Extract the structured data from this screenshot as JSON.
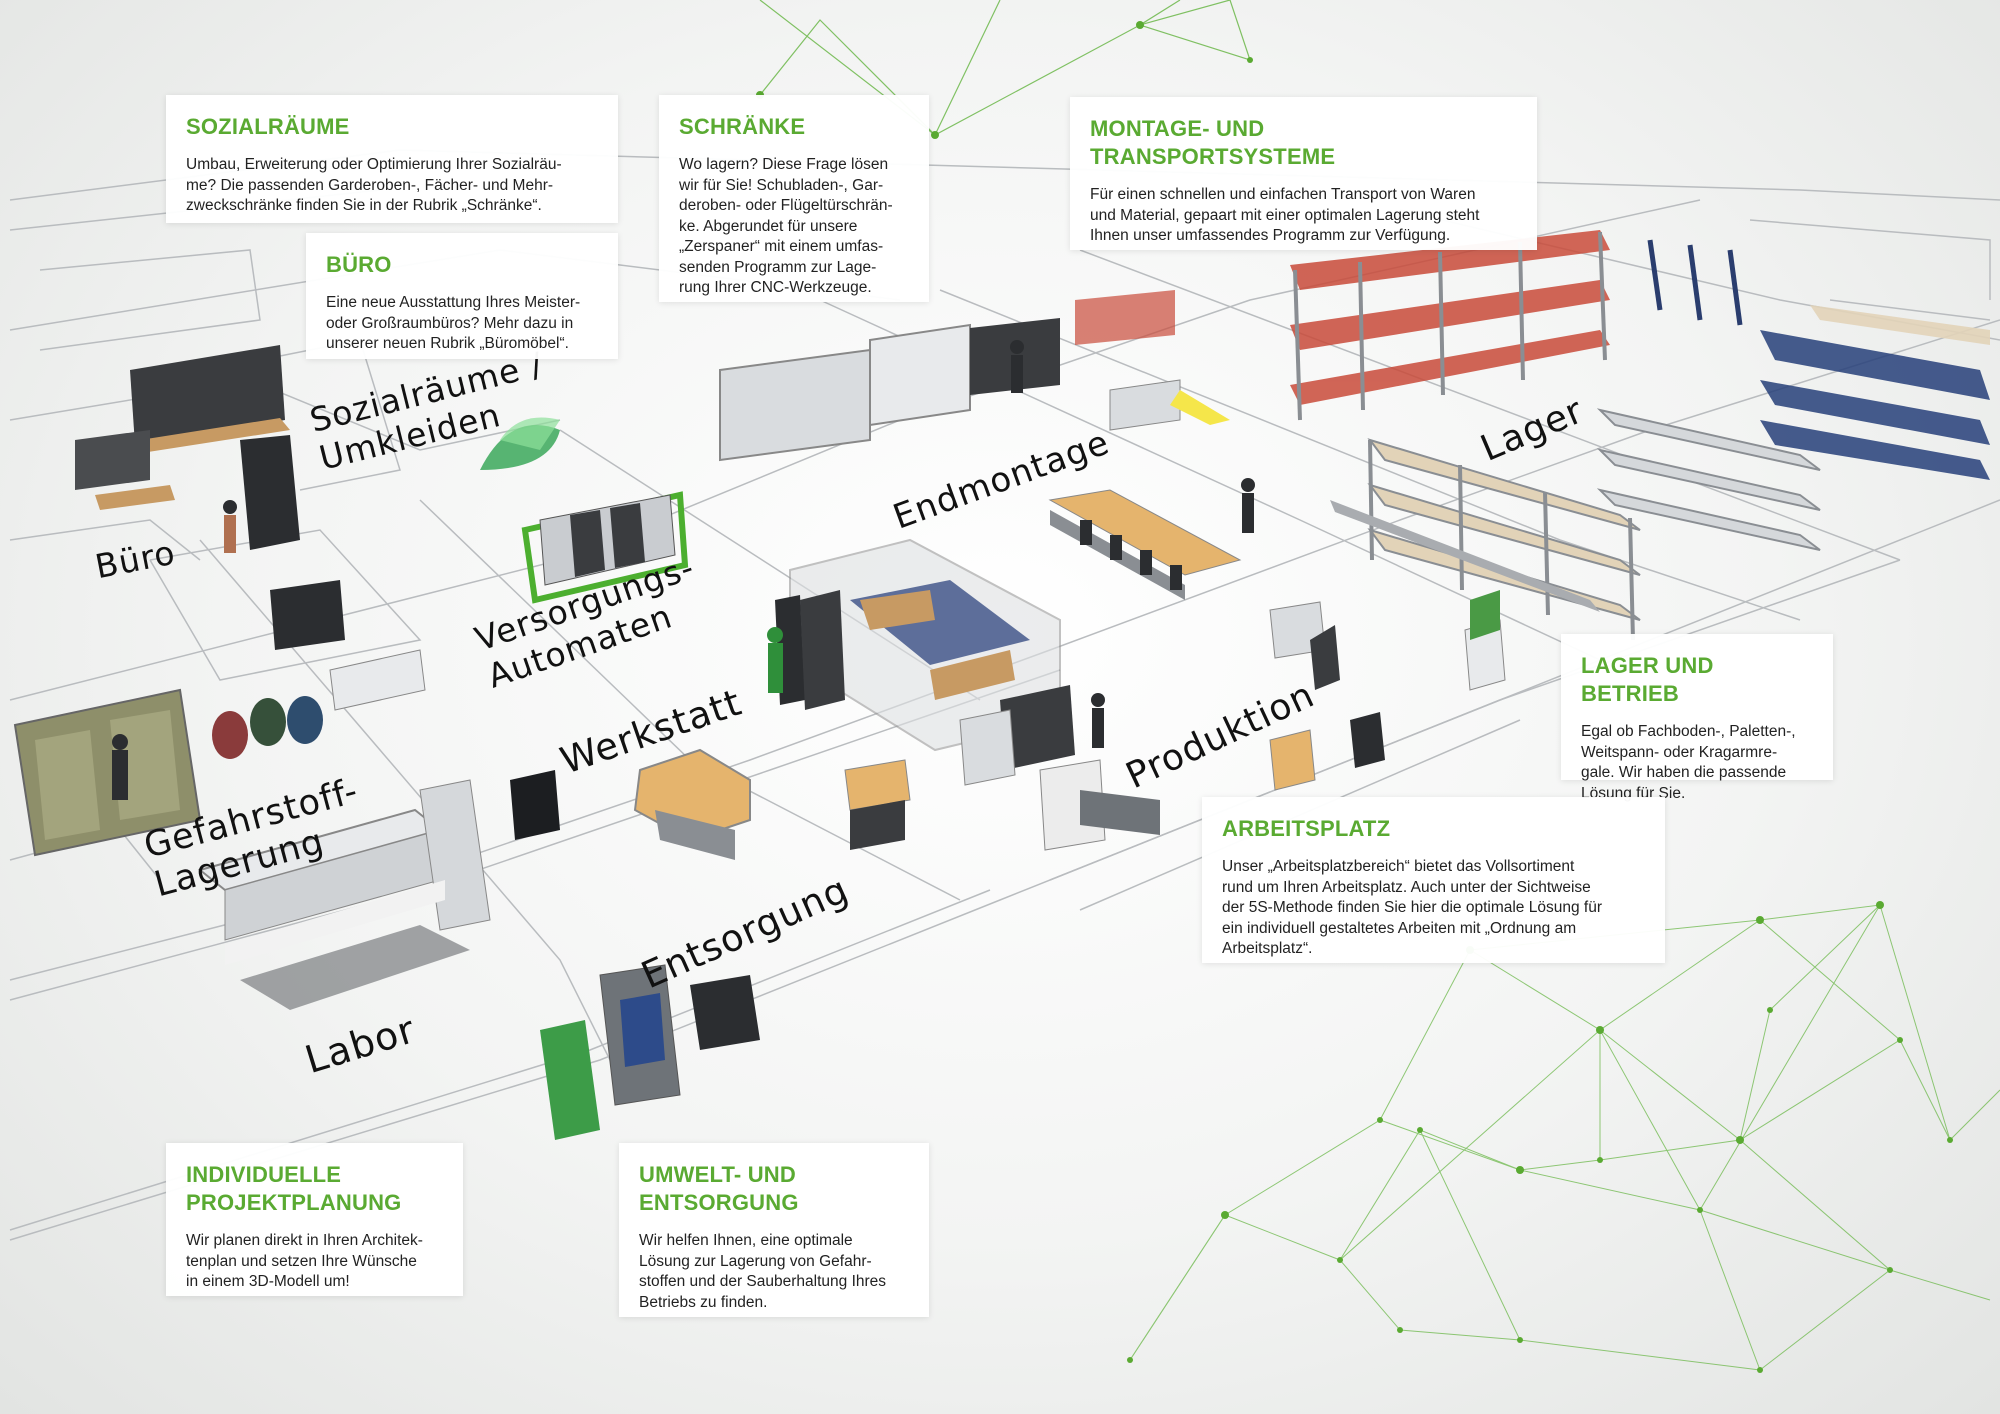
{
  "colors": {
    "accent": "#5aaa32",
    "network": "#6cb84a",
    "plan_lines": "#b9bcbf"
  },
  "cards": [
    {
      "id": "sozialraeume",
      "title": "SOZIALRÄUME",
      "text": "Umbau, Erweiterung oder Optimierung Ihrer Sozialräu-\nme? Die passenden Garderoben-, Fächer- und Mehr-\nzweckschränke finden Sie in der Rubrik „Schränke“."
    },
    {
      "id": "buero",
      "title": "BÜRO",
      "text": "Eine neue Ausstattung Ihres Meister-\noder Großraumbüros? Mehr dazu in\nunserer neuen Rubrik „Büromöbel“."
    },
    {
      "id": "schraenke",
      "title": "SCHRÄNKE",
      "text": "Wo lagern? Diese Frage lösen\nwir für Sie! Schubladen-, Gar-\nderoben- oder Flügeltürschrän-\nke. Abgerundet für unsere\n„Zerspaner“ mit einem umfas-\nsenden Programm zur Lage-\nrung Ihrer CNC-Werkzeuge."
    },
    {
      "id": "montage",
      "title": "MONTAGE- UND\nTRANSPORTSYSTEME",
      "text": "Für einen schnellen und einfachen Transport von Waren\nund Material, gepaart mit einer optimalen Lagerung steht\nIhnen unser umfassendes Programm zur Verfügung."
    },
    {
      "id": "lager",
      "title": "LAGER UND BETRIEB",
      "text": "Egal ob Fachboden-, Paletten-,\nWeitspann- oder Kragarmre-\ngale. Wir haben die passende\nLösung für Sie."
    },
    {
      "id": "arbeitsplatz",
      "title": "ARBEITSPLATZ",
      "text": "Unser „Arbeitsplatzbereich“ bietet das Vollsortiment\nrund um Ihren Arbeitsplatz. Auch unter der Sichtweise\nder 5S-Methode finden Sie hier die optimale Lösung für\nein individuell gestaltetes Arbeiten mit „Ordnung am\nArbeitsplatz“."
    },
    {
      "id": "projektplanung",
      "title": "INDIVIDUELLE\nPROJEKTPLANUNG",
      "text": "Wir planen direkt in Ihren Architek-\ntenplan und setzen Ihre Wünsche\nin einem 3D-Modell um!"
    },
    {
      "id": "umwelt",
      "title": "UMWELT- UND\nENTSORGUNG",
      "text": "Wir helfen Ihnen, eine optimale\nLösung zur Lagerung von Gefahr-\nstoffen und der Sauberhaltung Ihres\nBetriebs zu finden."
    }
  ],
  "zones": {
    "sozialraeume": "Sozialräume /\nUmkleiden",
    "buero": "Büro",
    "versorgung": "Versorgungs-\nAutomaten",
    "werkstatt": "Werkstatt",
    "gefahrstoff": "Gefahrstoff-\nLagerung",
    "labor": "Labor",
    "entsorgung": "Entsorgung",
    "endmontage": "Endmontage",
    "produktion": "Produktion",
    "lager": "Lager"
  }
}
